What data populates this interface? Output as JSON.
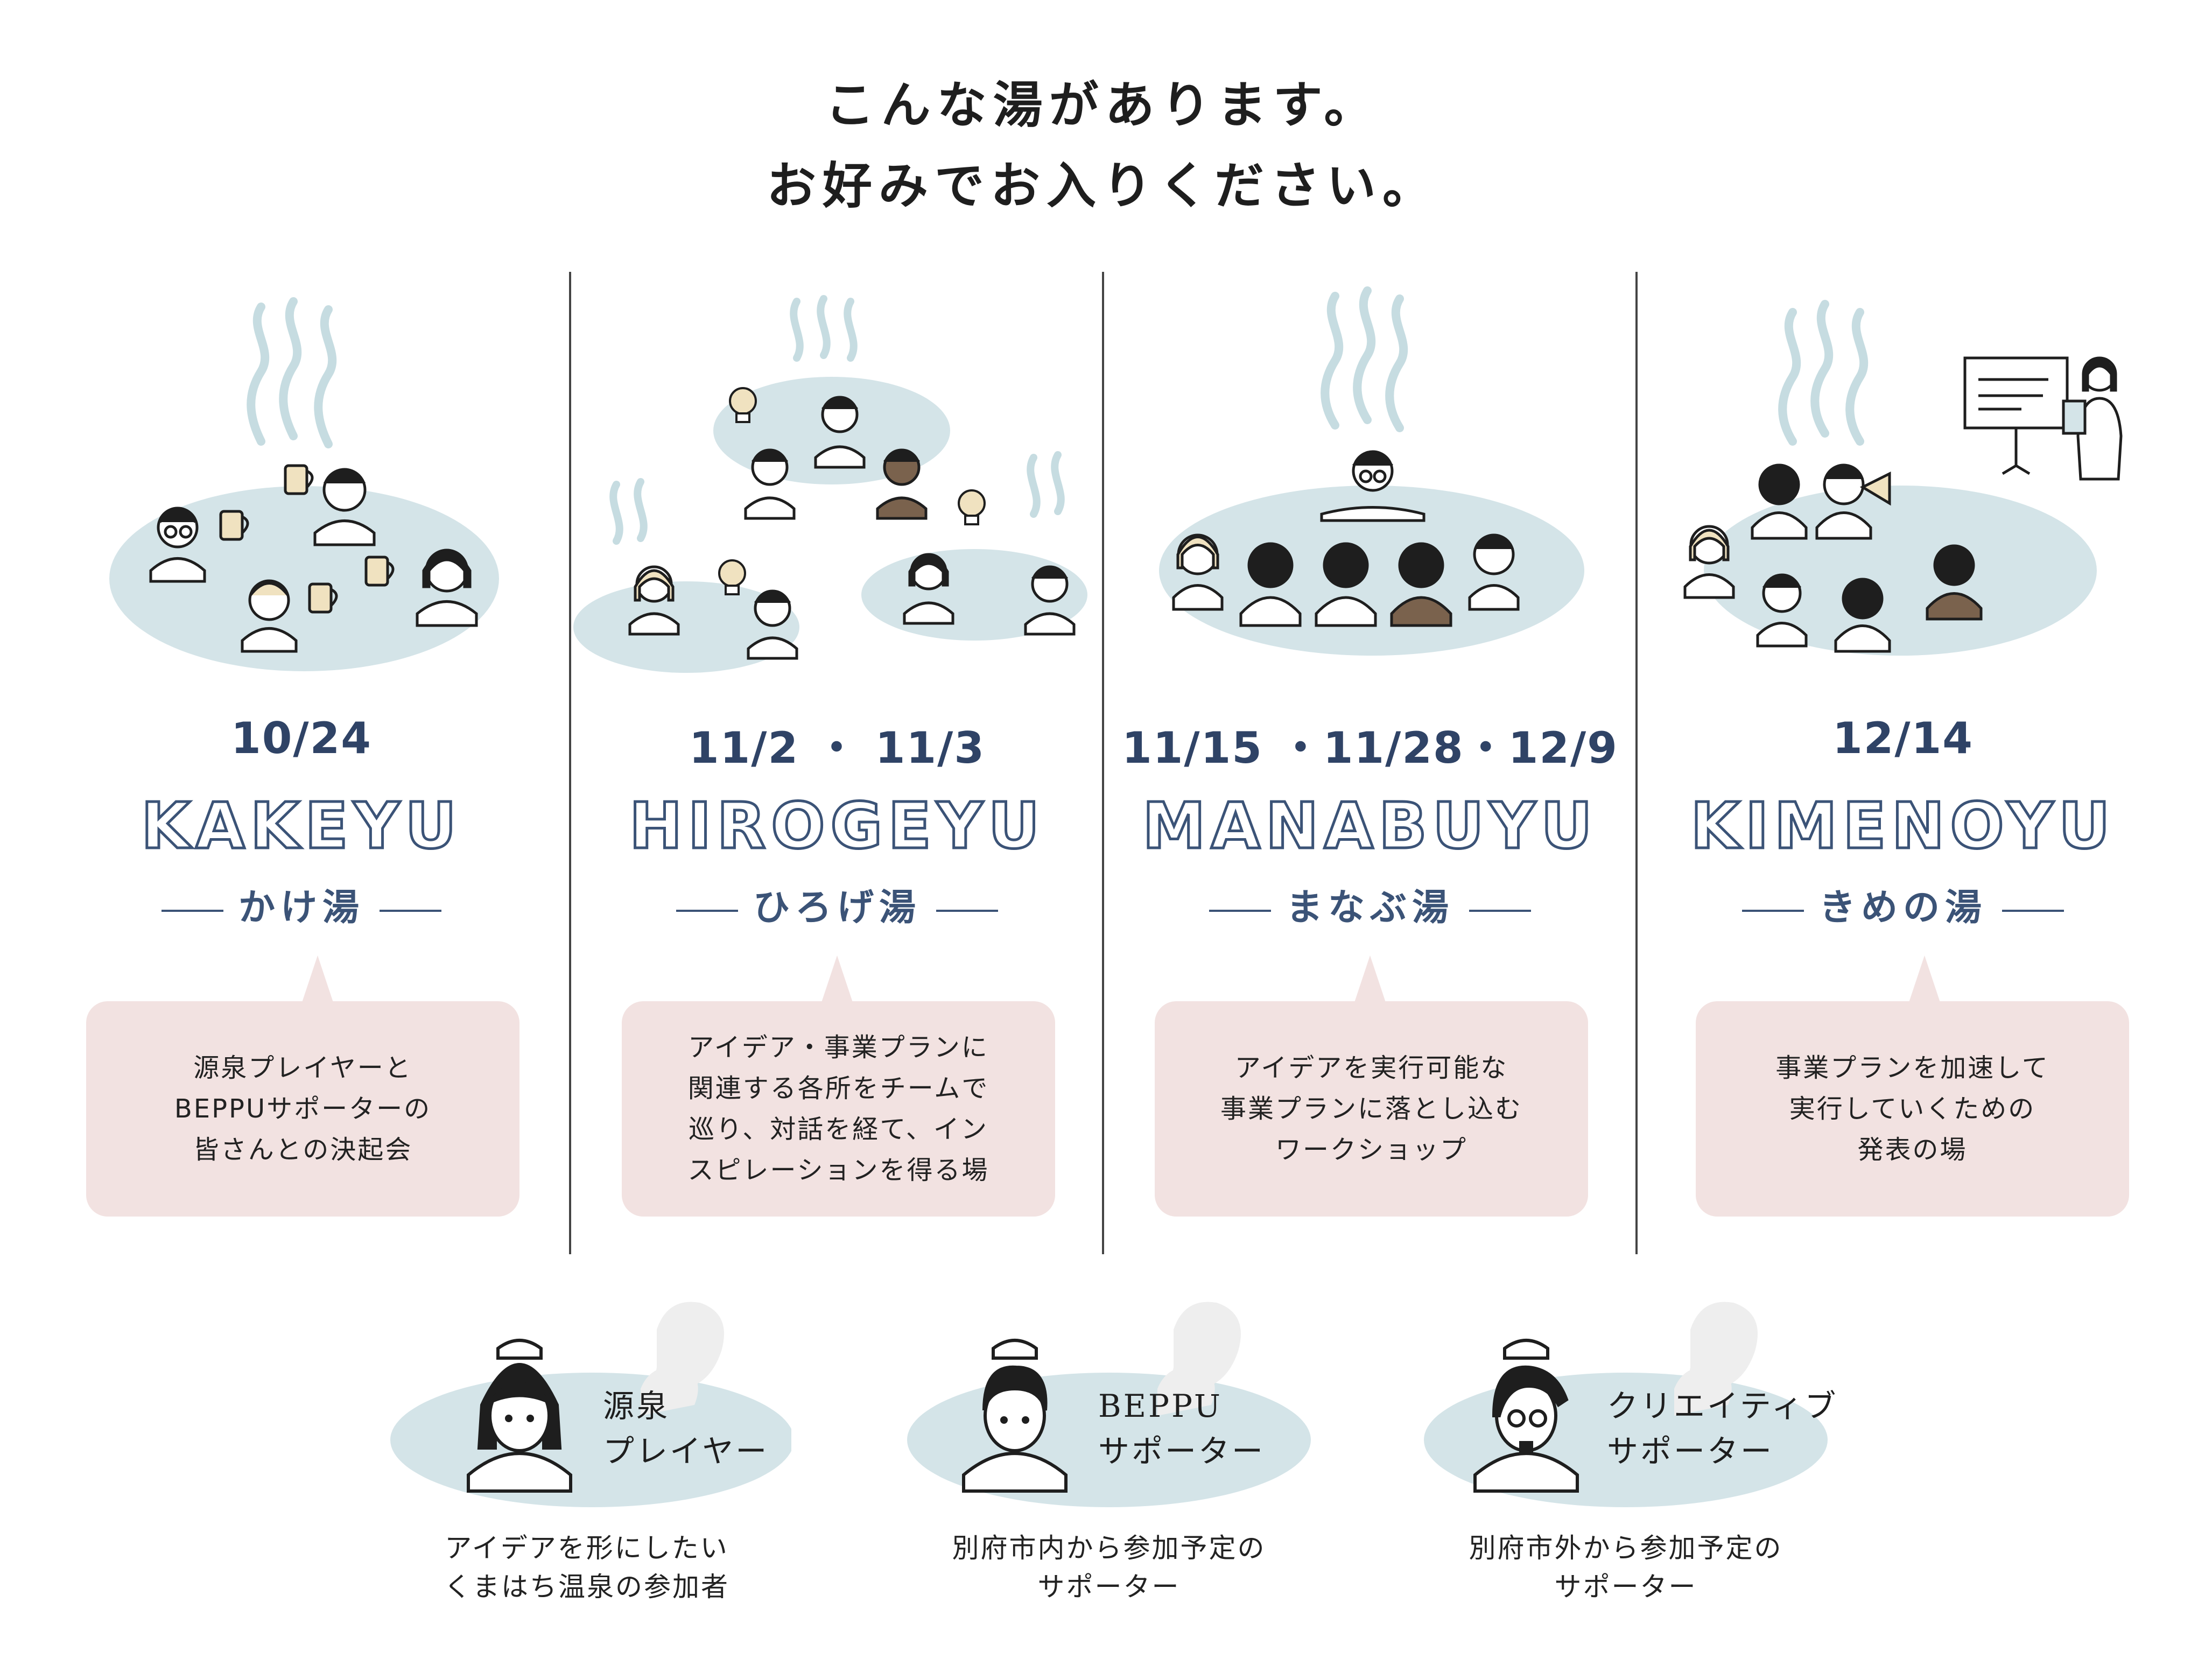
{
  "heading": {
    "line1": "こんな湯があります。",
    "line2": "お好みでお入りください。"
  },
  "events": [
    {
      "dates": "10/24",
      "name": "KAKEYU",
      "jp": "かけ湯",
      "desc": [
        "源泉プレイヤーと",
        "BEPPUサポーターの",
        "皆さんとの決起会"
      ]
    },
    {
      "dates": "11/2 ・ 11/3",
      "name": "HIROGEYU",
      "jp": "ひろげ湯",
      "desc": [
        "アイデア・事業プランに",
        "関連する各所をチームで",
        "巡り、対話を経て、イン",
        "スピレーションを得る場"
      ]
    },
    {
      "dates": "11/15 ・11/28・12/9",
      "name": "MANABUYU",
      "jp": "まなぶ湯",
      "desc": [
        "アイデアを実行可能な",
        "事業プランに落とし込む",
        "ワークショップ"
      ]
    },
    {
      "dates": "12/14",
      "name": "KIMENOYU",
      "jp": "きめの湯",
      "desc": [
        "事業プランを加速して",
        "実行していくための",
        "発表の場"
      ]
    }
  ],
  "people": [
    {
      "label": [
        "源泉",
        "プレイヤー"
      ],
      "desc": [
        "アイデアを形にしたい",
        "くまはち温泉の参加者"
      ]
    },
    {
      "label": [
        "BEPPU",
        "サポーター"
      ],
      "desc": [
        "別府市内から参加予定の",
        "サポーター"
      ]
    },
    {
      "label": [
        "クリエイティブ",
        "サポーター"
      ],
      "desc": [
        "別府市外から参加予定の",
        "サポーター"
      ]
    }
  ],
  "colors": {
    "water": "#d4e4e8",
    "steam": "#c6dce1",
    "bubble": "#f2e2e1",
    "navy": "#2f4366",
    "skin_dark": "#7a624d",
    "hair_blond": "#f0e2c0"
  }
}
